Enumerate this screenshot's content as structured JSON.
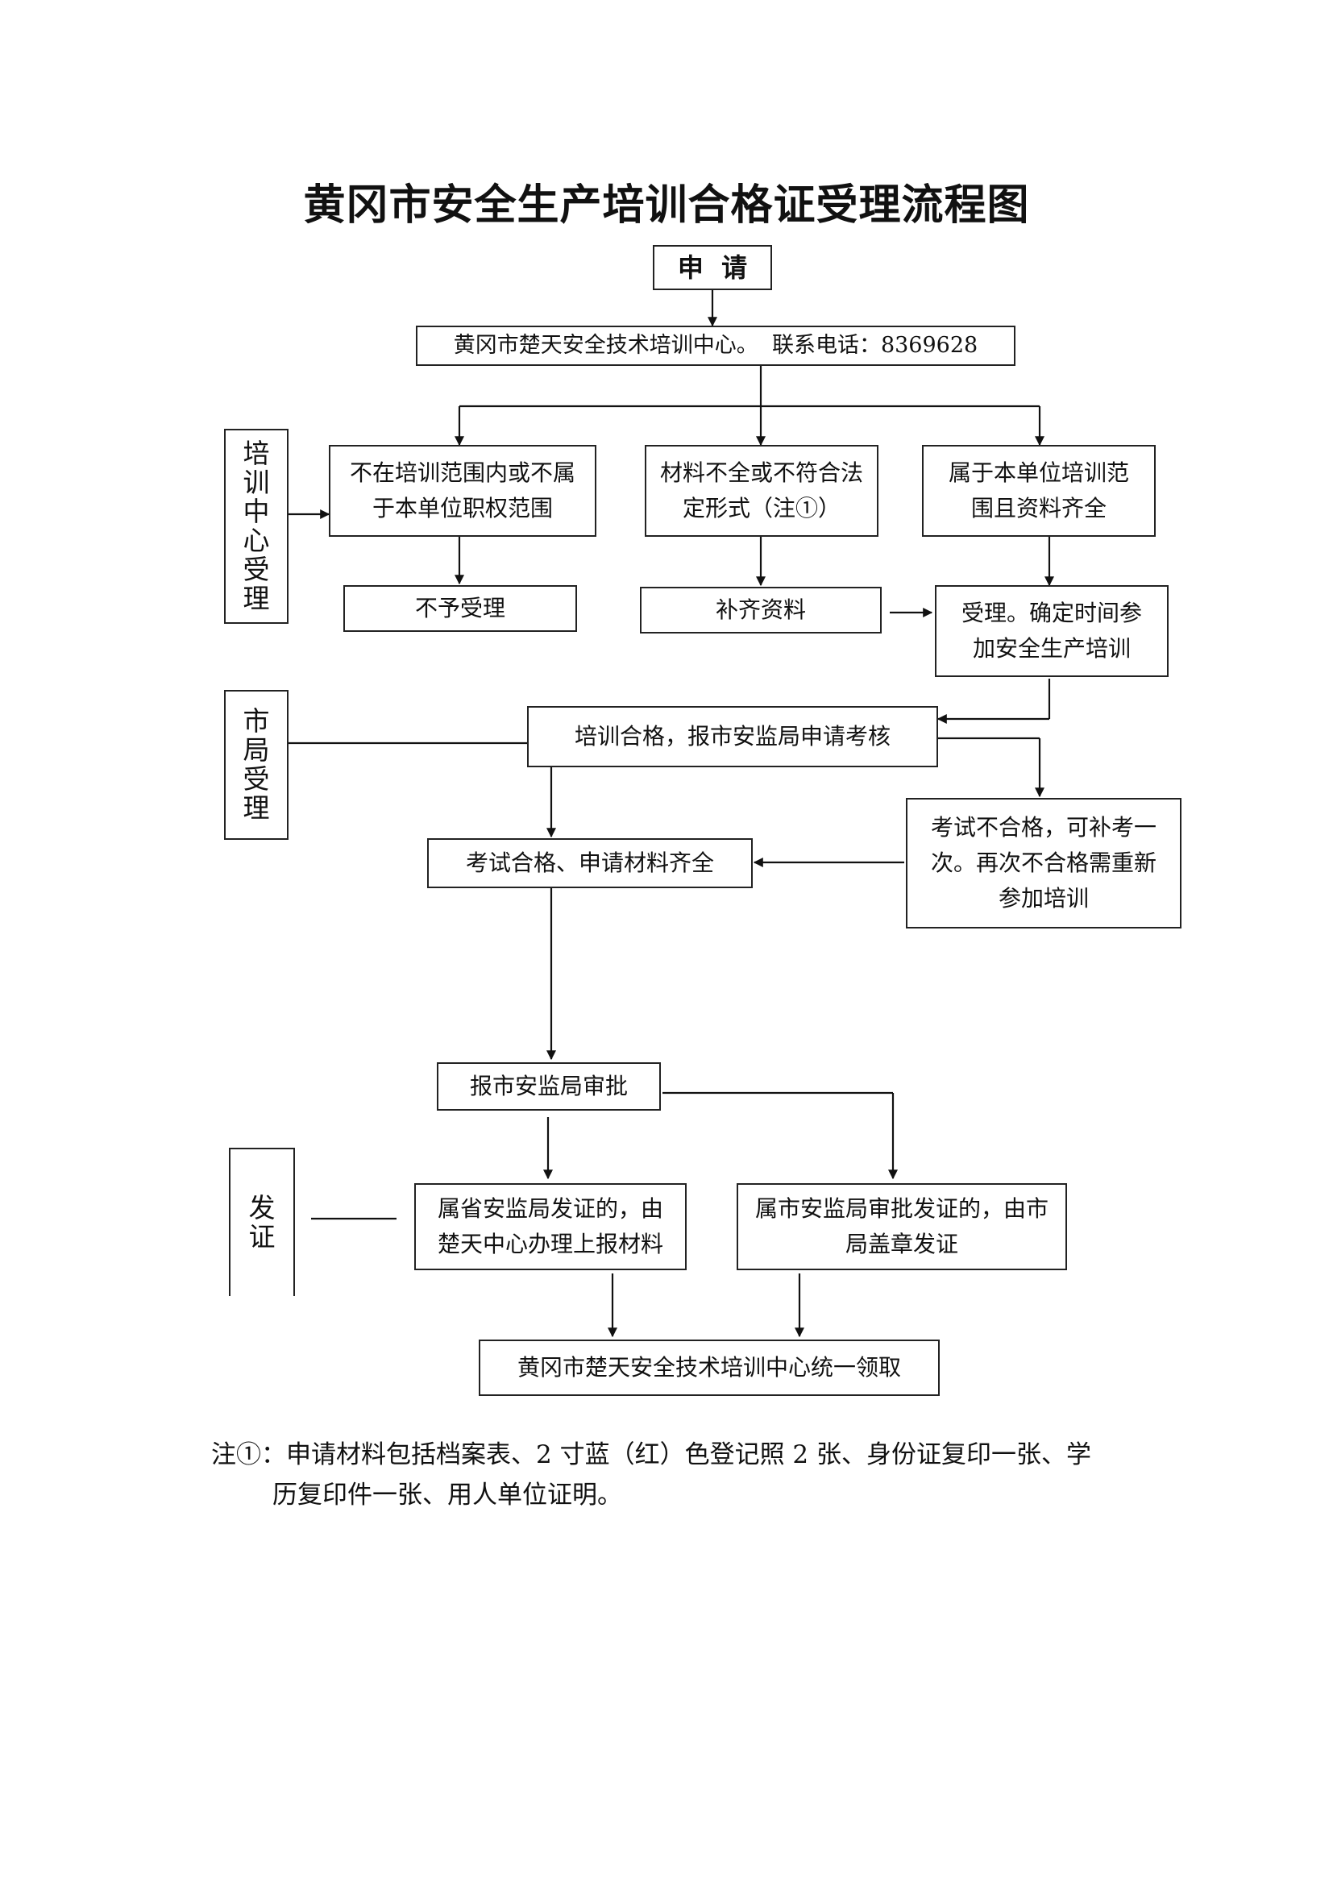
{
  "title": "黄冈市安全生产培训合格证受理流程图",
  "nodes": {
    "apply": "申  请",
    "center": "黄冈市楚天安全技术培训中心。  联系电话：8369628",
    "out_scope": "不在培训范围内或不属于本单位职权范围",
    "incomplete": "材料不全或不符合法定形式（注①）",
    "in_scope": "属于本单位培训范围且资料齐全",
    "reject": "不予受理",
    "supplement": "补齐资料",
    "accept": "受理。确定时间参加安全生产培训",
    "train_pass": "培训合格，报市安监局申请考核",
    "exam_fail": "考试不合格，可补考一次。再次不合格需重新参加培训",
    "exam_pass": "考试合格、申请材料齐全",
    "approve": "报市安监局审批",
    "province_cert": "属省安监局发证的，由楚天中心办理上报材料",
    "city_cert": "属市安监局审批发证的，由市局盖章发证",
    "collect": "黄冈市楚天安全技术培训中心统一领取"
  },
  "stages": {
    "center_accept": [
      "培",
      "训",
      "中",
      "心",
      "受",
      "理"
    ],
    "city_accept": [
      "市",
      "局",
      "受",
      "理"
    ],
    "issue": [
      "发",
      "证"
    ]
  },
  "note": {
    "line1": "注①：申请材料包括档案表、2 寸蓝（红）色登记照 2 张、身份证复印一张、学",
    "line2": "历复印件一张、用人单位证明。"
  }
}
